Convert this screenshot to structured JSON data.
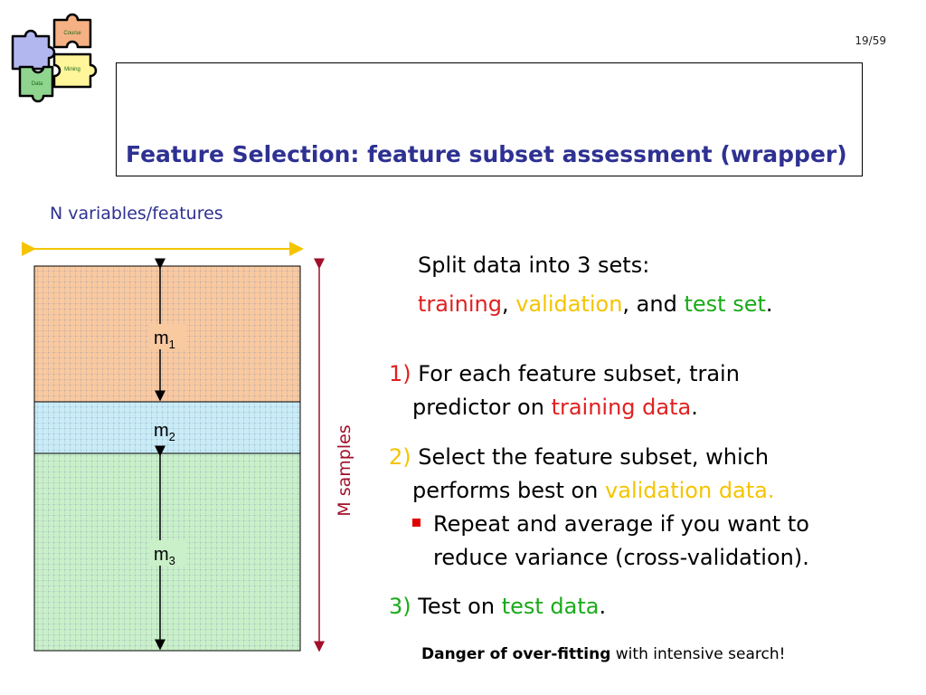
{
  "page_number": "19/59",
  "title": "Feature Selection: feature subset assessment (wrapper)",
  "logo": {
    "pieces": [
      "Course",
      "Mining",
      "Data"
    ],
    "colors": [
      "#f5b183",
      "#8fd48f",
      "#b3b7f0",
      "#fff59a"
    ]
  },
  "diagram": {
    "n_label": "N variables/features",
    "m_label": "M samples",
    "m1": "m",
    "m1_sub": "1",
    "m2": "m",
    "m2_sub": "2",
    "m3": "m",
    "m3_sub": "3",
    "colors": {
      "training_fill": "#f9c9a0",
      "validation_fill": "#c9ecf7",
      "test_fill": "#c9f0c9",
      "n_arrow": "#f5c400",
      "m_arrow": "#a0102a"
    }
  },
  "split": {
    "line1": "Split data into 3 sets:",
    "training": "training",
    "comma1": ", ",
    "validation": "validation",
    "comma2": ", and ",
    "test": "test set",
    "period": "."
  },
  "step1": {
    "num": "1)",
    "text_a": " For each feature subset, train",
    "text_b": "predictor on ",
    "highlight": "training data",
    "end": "."
  },
  "step2": {
    "num": "2)",
    "text_a": " Select the feature subset, which",
    "text_b": "performs best on ",
    "highlight": "validation data.",
    "bullet_a": "Repeat and average if you want to",
    "bullet_b": "reduce variance (cross-validation)."
  },
  "step3": {
    "num": "3)",
    "text": " Test on ",
    "highlight": "test data",
    "end": "."
  },
  "danger": {
    "bold": "Danger of over-fitting",
    "rest": " with intensive search!"
  }
}
